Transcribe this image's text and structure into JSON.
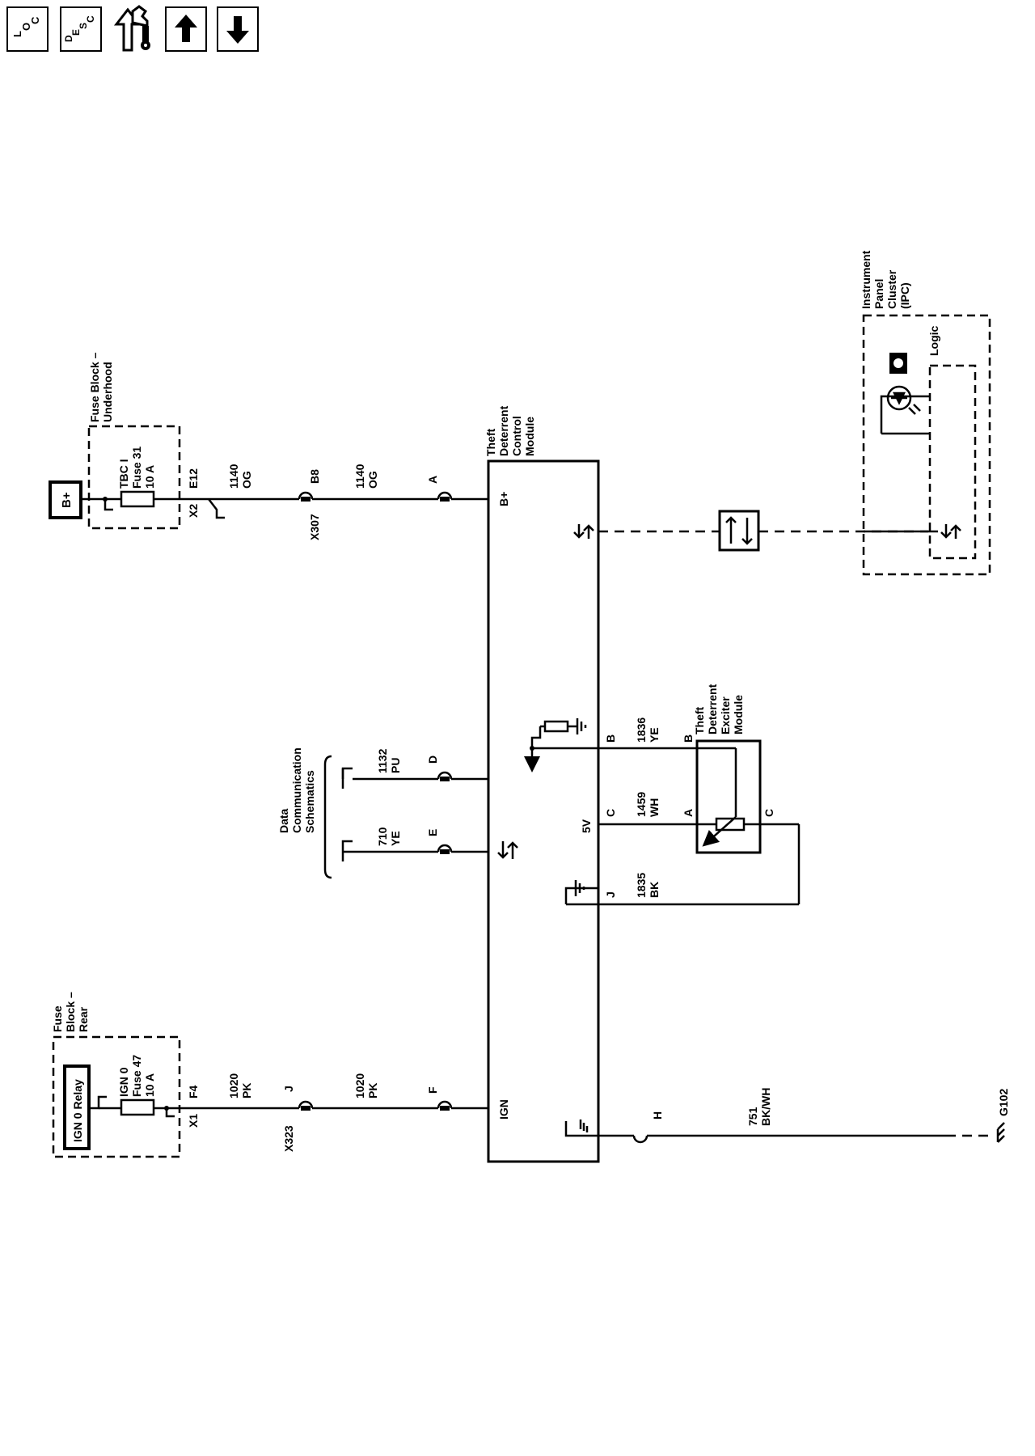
{
  "toolbar": {
    "loc": {
      "l": "L",
      "o": "O",
      "c": "C"
    },
    "desc": {
      "d": "D",
      "e": "E",
      "s": "S",
      "c": "C"
    }
  },
  "labels": {
    "fuse_block_underhood": [
      "Fuse Block –",
      "Underhood"
    ],
    "bplus_source": "B+",
    "fuse31": [
      "TBC I",
      "Fuse 31",
      "10 A"
    ],
    "x2": "X2",
    "e12": "E12",
    "w1140a": [
      "1140",
      "OG"
    ],
    "b8": "B8",
    "x307": "X307",
    "w1140b": [
      "1140",
      "OG"
    ],
    "pinA": "A",
    "tdcm": [
      "Theft",
      "Deterrent",
      "Control",
      "Module"
    ],
    "bplus_pin": "B+",
    "ipc": [
      "Instrument",
      "Panel",
      "Cluster",
      "(IPC)"
    ],
    "logic": "Logic",
    "data_comm": [
      "Data",
      "Communication",
      "Schematics"
    ],
    "w1132": [
      "1132",
      "PU"
    ],
    "pinD": "D",
    "w710": [
      "710",
      "YE"
    ],
    "pinE": "E",
    "pinB": "B",
    "w1836": [
      "1836",
      "YE"
    ],
    "pinB2": "B",
    "exciter": [
      "Theft",
      "Deterrent",
      "Exciter",
      "Module"
    ],
    "fiveV": "5V",
    "pinC": "C",
    "w1459": [
      "1459",
      "WH"
    ],
    "pinA2": "A",
    "pinC2": "C",
    "pinJ": "J",
    "w1835": [
      "1835",
      "BK"
    ],
    "fuse_block_rear": [
      "Fuse",
      "Block –",
      "Rear"
    ],
    "ign0_relay": "IGN 0 Relay",
    "fuse47": [
      "IGN 0",
      "Fuse 47",
      "10 A"
    ],
    "x1": "X1",
    "f4": "F4",
    "w1020a": [
      "1020",
      "PK"
    ],
    "pinJ2": "J",
    "x323": "X323",
    "w1020b": [
      "1020",
      "PK"
    ],
    "pinF": "F",
    "ign_pin": "IGN",
    "pinH": "H",
    "w751": [
      "751",
      "BK/WH"
    ],
    "g102": "G102"
  }
}
